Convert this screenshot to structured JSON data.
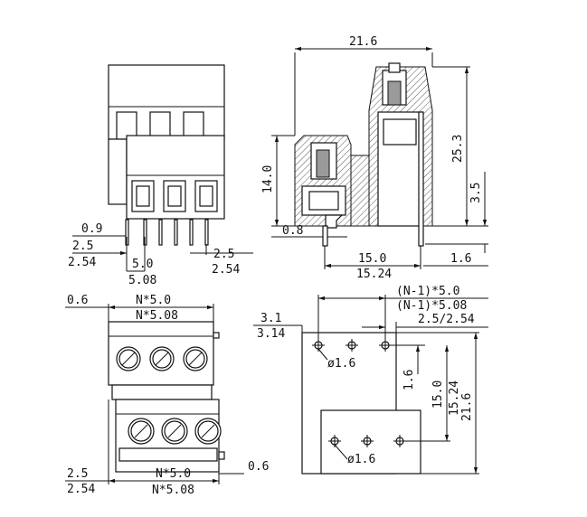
{
  "colors": {
    "line": "#111111",
    "background": "#ffffff",
    "hatch": "#555555"
  },
  "front_view": {
    "dims": {
      "pin_width": "0.9",
      "edge_offset": "2.5",
      "edge_offset_inch": "2.54",
      "pitch": "5.0",
      "pitch_inch": "5.08",
      "right_offset": "2.5",
      "right_offset_inch": "2.54"
    }
  },
  "side_view": {
    "dims": {
      "total_width": "21.6",
      "height_total": "25.3",
      "height_front": "14.0",
      "pin_gap": "3.5",
      "pin_width": "0.8",
      "pin_spacing": "15.0",
      "pin_spacing_inch": "15.24",
      "right_pin_offset": "1.6"
    }
  },
  "top_view": {
    "dims": {
      "left_margin": "0.6",
      "span": "N*5.0",
      "span_inch": "N*5.08",
      "bottom_left": "2.5",
      "bottom_left_inch": "2.54",
      "bottom_span": "N*5.0",
      "bottom_span_inch": "N*5.08",
      "bottom_right": "0.6"
    }
  },
  "pcb_layout": {
    "dims": {
      "pitch_total": "(N-1)*5.0",
      "pitch_total_inch": "(N-1)*5.08",
      "edge_offset": "2.5/2.54",
      "left_offset": "3.1",
      "left_offset_inch": "3.14",
      "hole_dia_top": "ø1.6",
      "hole_dia_bottom": "ø1.6",
      "vert_offset": "1.6",
      "row_spacing": "15.0",
      "row_spacing_inch": "15.24",
      "total_height": "21.6"
    }
  }
}
